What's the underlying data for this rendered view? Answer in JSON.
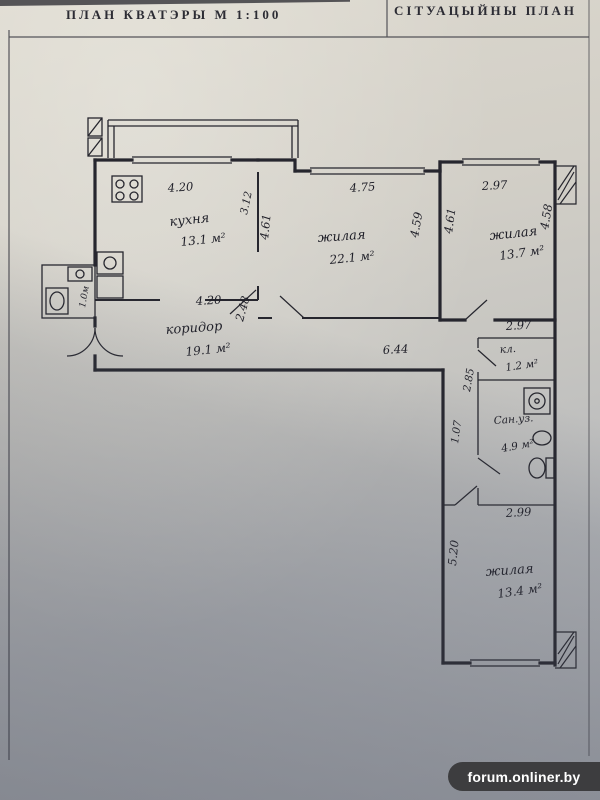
{
  "header": {
    "left_title": "ПЛАН КВАТЭРЫ М 1:100",
    "right_title": "СІТУАЦЫЙНЫ ПЛАН"
  },
  "watermark": {
    "text": "forum.onliner.by"
  },
  "plan": {
    "rooms": {
      "kitchen": {
        "name": "кухня",
        "area": "13.1 м²"
      },
      "living": {
        "name": "жилая",
        "area": "22.1 м²"
      },
      "bedroom1": {
        "name": "жилая",
        "area": "13.7 м²"
      },
      "corridor": {
        "name": "коридор",
        "area": "19.1 м²"
      },
      "closet": {
        "name": "кл.",
        "area": "1.2 м²"
      },
      "bathroom": {
        "name": "Сан.уз.",
        "area": "4.9 м²"
      },
      "bedroom2": {
        "name": "жилая",
        "area": "13.4 м²"
      },
      "vestibule": {
        "area": "1.0м"
      }
    },
    "dims": {
      "kitchen_top": "4.20",
      "kitchen_right": "3.12",
      "living_top": "4.75",
      "living_left": "4.61",
      "living_right": "4.59",
      "bedroom1_top": "2.97",
      "bedroom1_left": "4.61",
      "bedroom1_right": "4.58",
      "corridor_top": "4.20",
      "corridor_left": "2.48",
      "corridor_bottom": "6.44",
      "closet_top": "2.97",
      "bath_left": "2.85",
      "hall_width": "1.07",
      "bath_bottom": "2.99",
      "bedroom2_left": "5.20"
    }
  },
  "colors": {
    "ink": "#26262e",
    "frame": "#3c3c44",
    "watermark_bg": "#3d3d3f"
  }
}
